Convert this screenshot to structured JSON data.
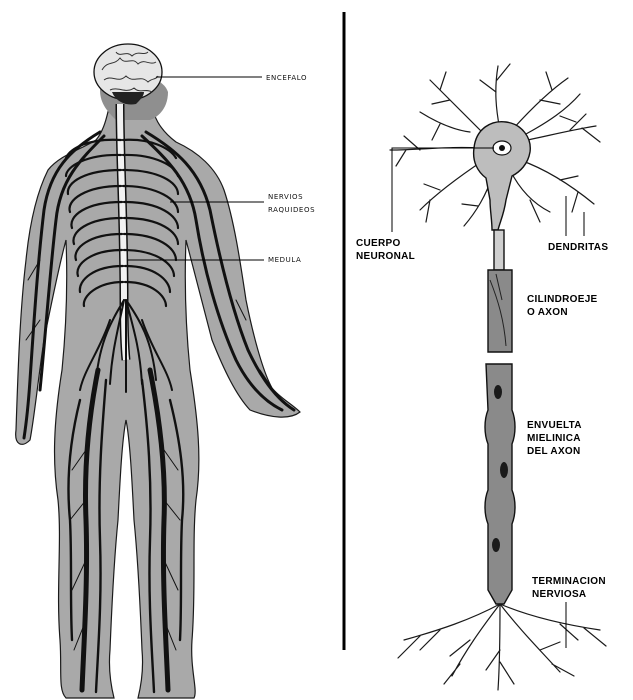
{
  "body_labels": {
    "encefalo": "ENCEFALO",
    "nervios_1": "NERVIOS",
    "nervios_2": "RAQUIDEOS",
    "medula": "MEDULA"
  },
  "neuron_labels": {
    "cuerpo_1": "CUERPO",
    "cuerpo_2": "NEURONAL",
    "dendritas": "DENDRITAS",
    "axon_1": "CILINDROEJE",
    "axon_2": "O AXON",
    "mielina_1": "ENVUELTA",
    "mielina_2": "MIELINICA",
    "mielina_3": "DEL AXON",
    "term_1": "TERMINACION",
    "term_2": "NERVIOSA"
  },
  "colors": {
    "ink": "#000000",
    "body_gray": "#a9a9a9",
    "brain": "#e6e6e6",
    "soma": "#bdbdbd"
  }
}
